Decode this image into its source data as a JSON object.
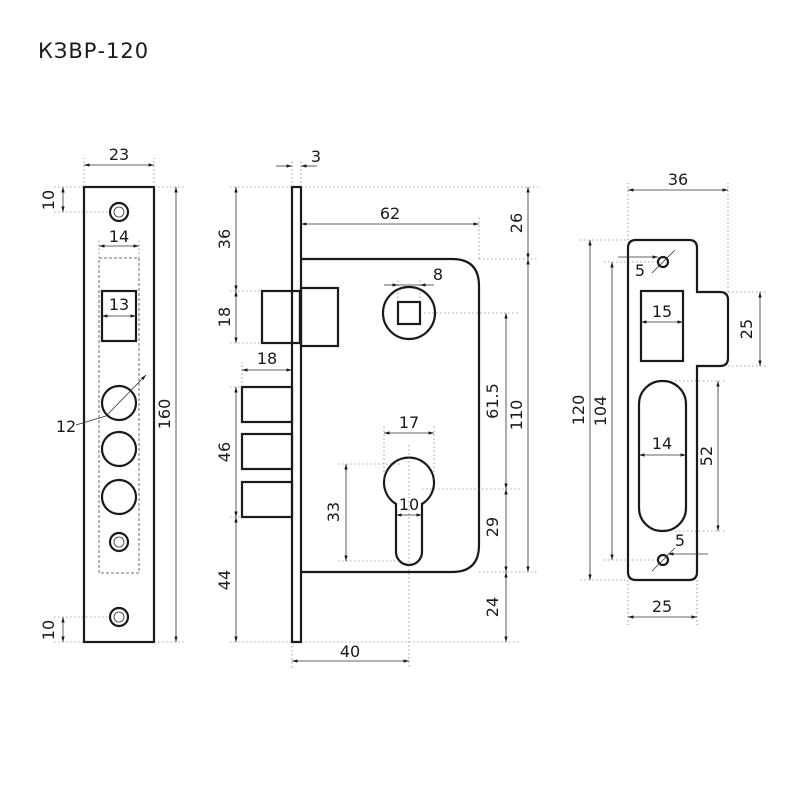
{
  "title": "КЗВР-120",
  "front_view": {
    "dim_width": "23",
    "dim_hole_top": "10",
    "dim_hole_bottom": "10",
    "dim_slot_width": "14",
    "dim_latch_width": "13",
    "dim_bolt_diameter": "12",
    "dim_height": "160"
  },
  "side_view": {
    "dim_faceplate": "3",
    "dim_body_width": "62",
    "dim_top_offset": "26",
    "dim_latch_top": "36",
    "dim_latch_height": "18",
    "dim_bolt_projection": "18",
    "dim_bolts_height": "46",
    "dim_bottom": "44",
    "dim_square": "8",
    "dim_centers": "61.5",
    "dim_body_height": "110",
    "dim_cyl_width": "17",
    "dim_cyl_height": "33",
    "dim_cyl_neck": "10",
    "dim_cyl_bottom": "29",
    "dim_case_bottom": "24",
    "dim_backset": "40"
  },
  "strike_plate": {
    "dim_width": "36",
    "dim_hole_top": "5",
    "dim_hole_bottom": "5",
    "dim_latch_window": "15",
    "dim_lip_height": "25",
    "dim_outer_height": "120",
    "dim_hole_spacing": "104",
    "dim_bolt_slot": "14",
    "dim_bolt_slot_height": "52",
    "dim_plate_width": "25"
  }
}
